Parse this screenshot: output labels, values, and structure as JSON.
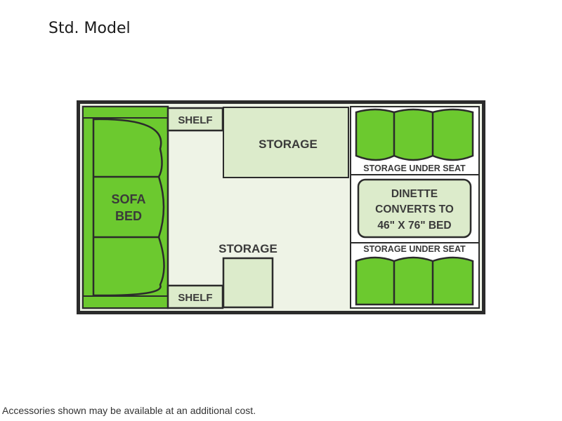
{
  "title": "Std. Model",
  "disclaimer": "Accessories shown may be available at an additional cost.",
  "colors": {
    "outline": "#2b2b2b",
    "floor": "#eef3e6",
    "cushion": "#6cc92f",
    "cabinet": "#dcebcb"
  },
  "floorplan": {
    "shelf_top": "SHELF",
    "shelf_bottom": "SHELF",
    "storage_top": "STORAGE",
    "storage_bottom": "STORAGE",
    "sofa_line1": "SOFA",
    "sofa_line2": "BED",
    "storage_under_seat_top": "STORAGE UNDER SEAT",
    "storage_under_seat_bottom": "STORAGE UNDER SEAT",
    "dinette_line1": "DINETTE",
    "dinette_line2": "CONVERTS TO",
    "dinette_line3": "46\" X 76\" BED"
  }
}
